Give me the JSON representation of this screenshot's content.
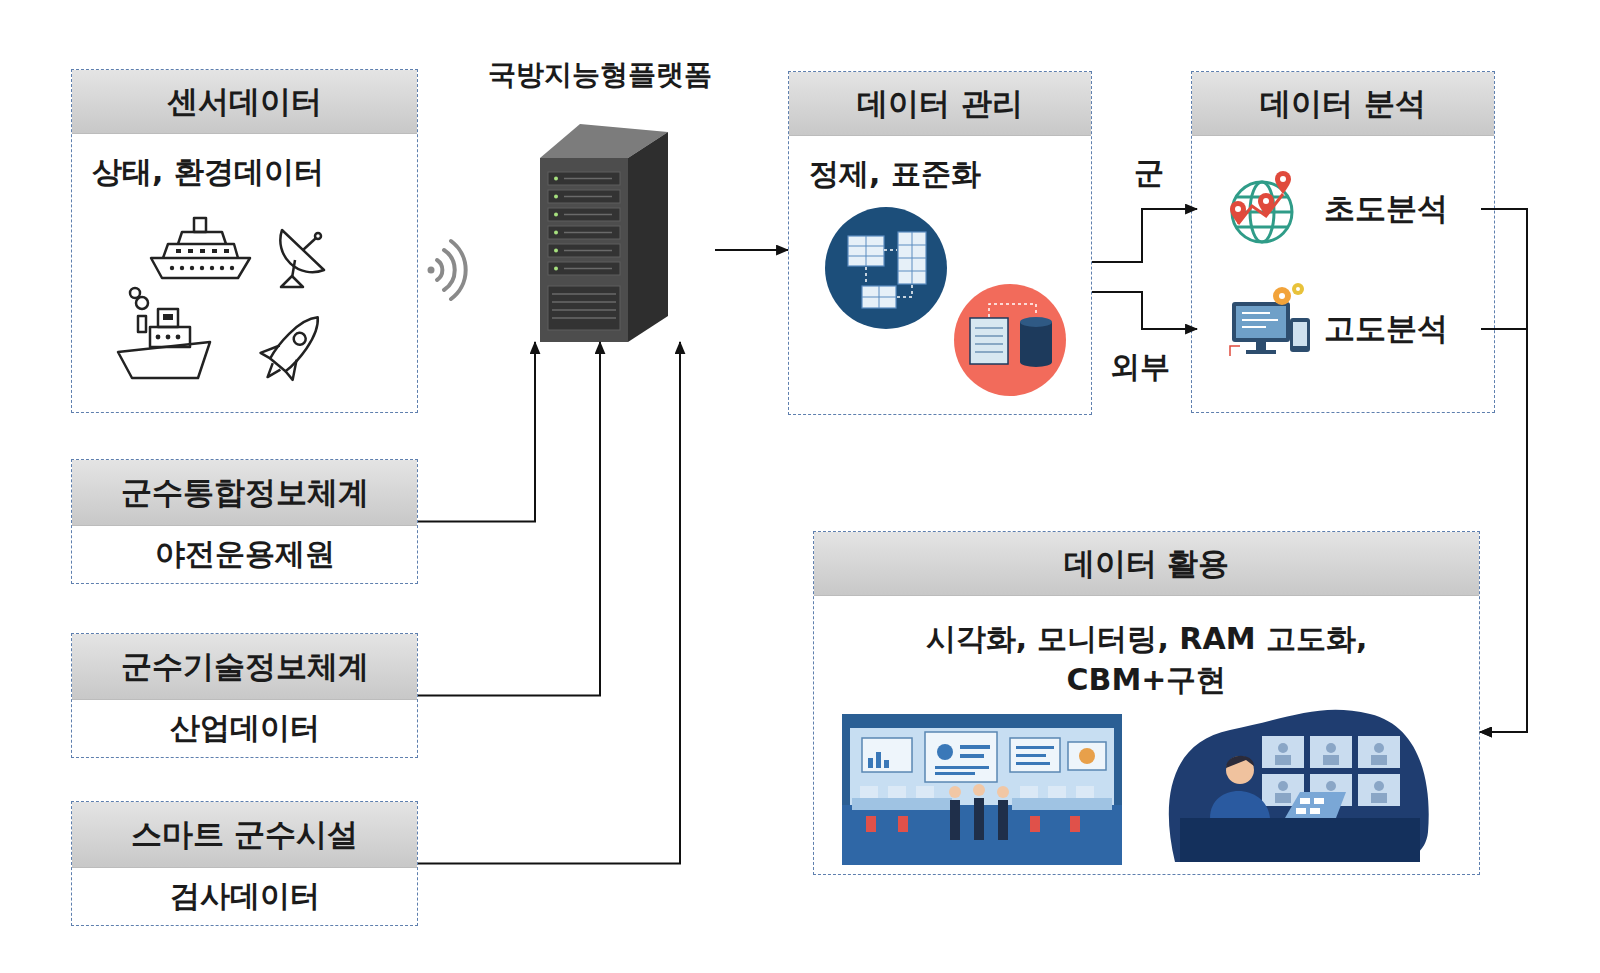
{
  "diagram": {
    "nodes": [
      {
        "text": [
          "센서데이터",
          "상태, 환경데이터"
        ]
      },
      {
        "text": [
          "국방지능형플랫폼"
        ]
      },
      {
        "text": [
          "데이터 관리",
          "정제, 표준화"
        ]
      },
      {
        "text": [
          "데이터 분석"
        ]
      },
      {
        "text": [
          "초도분석"
        ],
        "in": 3
      },
      {
        "text": [
          "고도분석"
        ],
        "in": 3
      },
      {
        "text": [
          "군수통합정보체계",
          "야전운용제원"
        ]
      },
      {
        "text": [
          "군수기술정보체계",
          "산업데이터"
        ]
      },
      {
        "text": [
          "스마트 군수시설",
          "검사데이터"
        ]
      },
      {
        "text": [
          "데이터 활용",
          "시각화, 모니터링, RAM 고도화, CBM+구현"
        ]
      }
    ],
    "edges": [
      {
        "from": 6,
        "to": 1,
        "arrow": "to"
      },
      {
        "from": 7,
        "to": 1,
        "arrow": "to"
      },
      {
        "from": 8,
        "to": 1,
        "arrow": "to"
      },
      {
        "from": 1,
        "to": 2,
        "arrow": "to"
      },
      {
        "from": 2,
        "to": 4,
        "label": "군",
        "arrow": "to"
      },
      {
        "from": 2,
        "to": 5,
        "label": "외부",
        "arrow": "to"
      },
      {
        "from": 4,
        "to": 9,
        "arrow": "to"
      },
      {
        "from": 5,
        "to": 9,
        "arrow": "to"
      }
    ]
  }
}
